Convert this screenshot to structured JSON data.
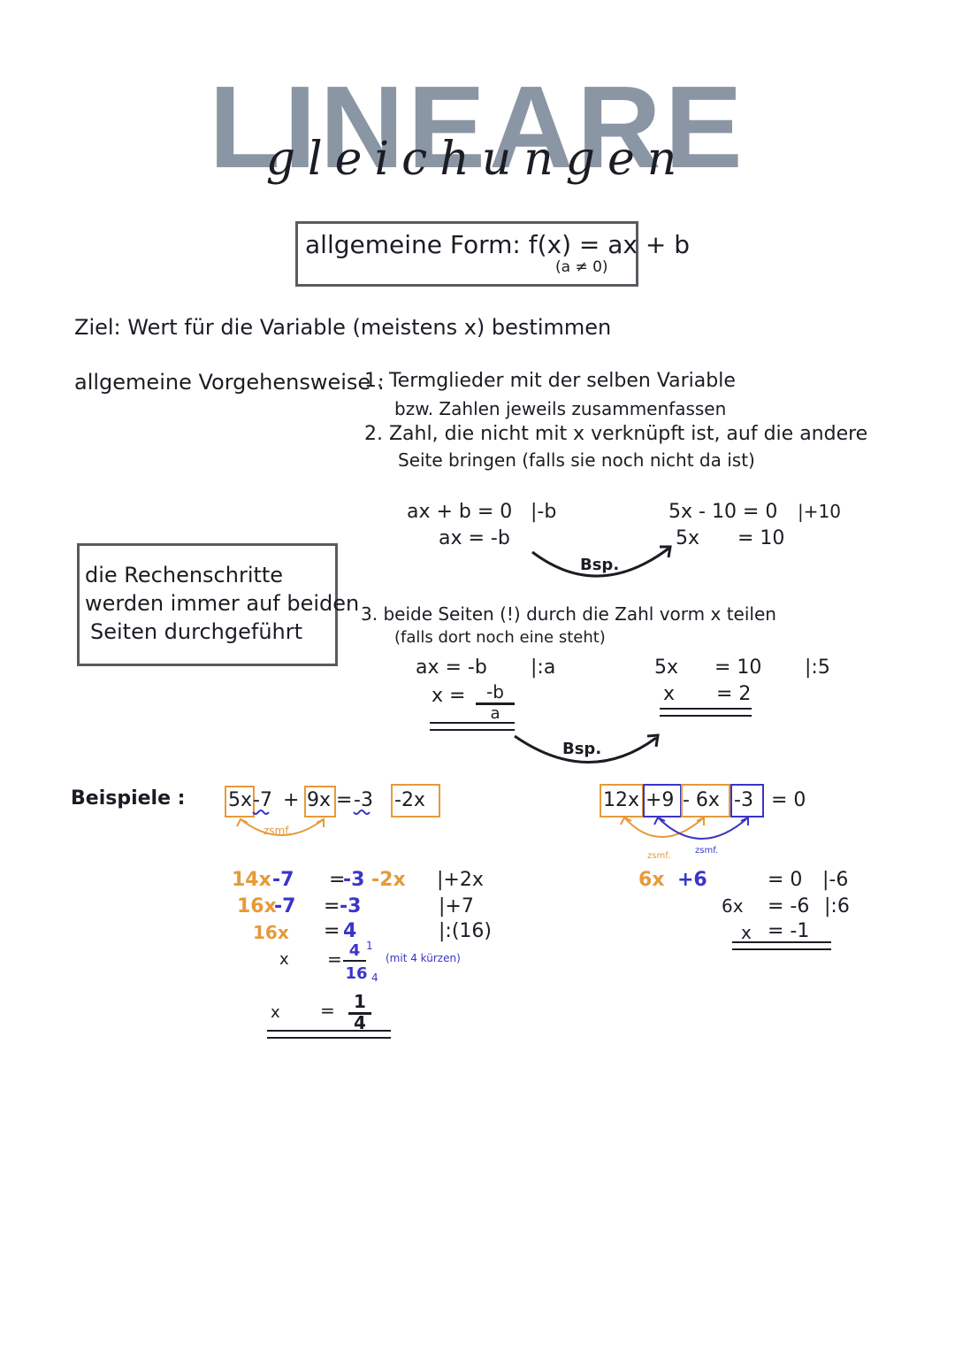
{
  "header": {
    "title": "LINEARE",
    "subtitle": "gleichungen",
    "title_color": "#8b96a4"
  },
  "general_form": {
    "text": "allgemeine Form:  f(x) = ax + b",
    "condition": "(a ≠ 0)"
  },
  "goal": "Ziel: Wert für die Variable (meistens x) bestimmen",
  "procedure": {
    "label": "allgemeine Vorgehensweise :",
    "step1_line1": "1. Termglieder mit der selben Variable",
    "step1_line2": "bzw. Zahlen jeweils zusammenfassen",
    "step2_line1": "2. Zahl, die nicht mit x verknüpft ist, auf die andere",
    "step2_line2": "Seite bringen (falls sie noch nicht da ist)",
    "step3_line1": "3.  beide Seiten (!) durch die Zahl vorm x teilen",
    "step3_line2": "(falls dort noch eine steht)"
  },
  "note": {
    "line1": "die Rechenschritte",
    "line2": "werden immer auf beiden",
    "line3": "Seiten durchgeführt"
  },
  "step2_example": {
    "left_row1": "ax + b = 0",
    "left_op1": "|-b",
    "left_row2": "ax = -b",
    "right_row1": "5x - 10 = 0",
    "right_op1": "|+10",
    "right_row2_lhs": "5x",
    "right_row2_rhs": "= 10",
    "bsp": "Bsp."
  },
  "step3_example": {
    "left_row1": "ax = -b",
    "left_op1": "|:a",
    "left_row2_lhs": "x =",
    "left_num": "-b",
    "left_den": "a",
    "right_row1_lhs": "5x",
    "right_row1_rhs": "= 10",
    "right_op1": "|:5",
    "right_row2_lhs": "x",
    "right_row2_rhs": "= 2",
    "bsp": "Bsp."
  },
  "examples": {
    "label": "Beispiele :",
    "ex1": {
      "t1": "5x",
      "t2": "-7",
      "t3": "+",
      "t4": "9x",
      "t5": "=",
      "t6": "-3",
      "t7": "-2x",
      "zsmf": "zsmf.",
      "r1_a": "14x",
      "r1_b": "-7",
      "r1_eq": "=",
      "r1_c": "-3",
      "r1_d": "-2x",
      "r1_op": "|+2x",
      "r2_a": "16x",
      "r2_b": "-7",
      "r2_eq": "=",
      "r2_c": "-3",
      "r2_op": "|+7",
      "r3_a": "16x",
      "r3_eq": "=",
      "r3_c": "4",
      "r3_op": "|:(16)",
      "r4_a": "x",
      "r4_eq": "=",
      "r4_num": "4",
      "r4_den": "16",
      "r4_sup1": "1",
      "r4_sup2": "4",
      "r4_note": "(mit 4 kürzen)",
      "r5_a": "x",
      "r5_eq": "=",
      "r5_num": "1",
      "r5_den": "4"
    },
    "ex2": {
      "t1": "12x",
      "t2": "+9",
      "t3": "- 6x",
      "t4": "-3",
      "t5": "= 0",
      "zsmf1": "zsmf.",
      "zsmf2": "zsmf.",
      "r1_a": "6x",
      "r1_b": "+6",
      "r1_rhs": "= 0",
      "r1_op": "|-6",
      "r2_a": "6x",
      "r2_rhs": "= -6",
      "r2_op": "|:6",
      "r3_a": "x",
      "r3_rhs": "= -1"
    },
    "colors": {
      "orange": "#e69a39",
      "blue": "#3a35c8"
    }
  }
}
